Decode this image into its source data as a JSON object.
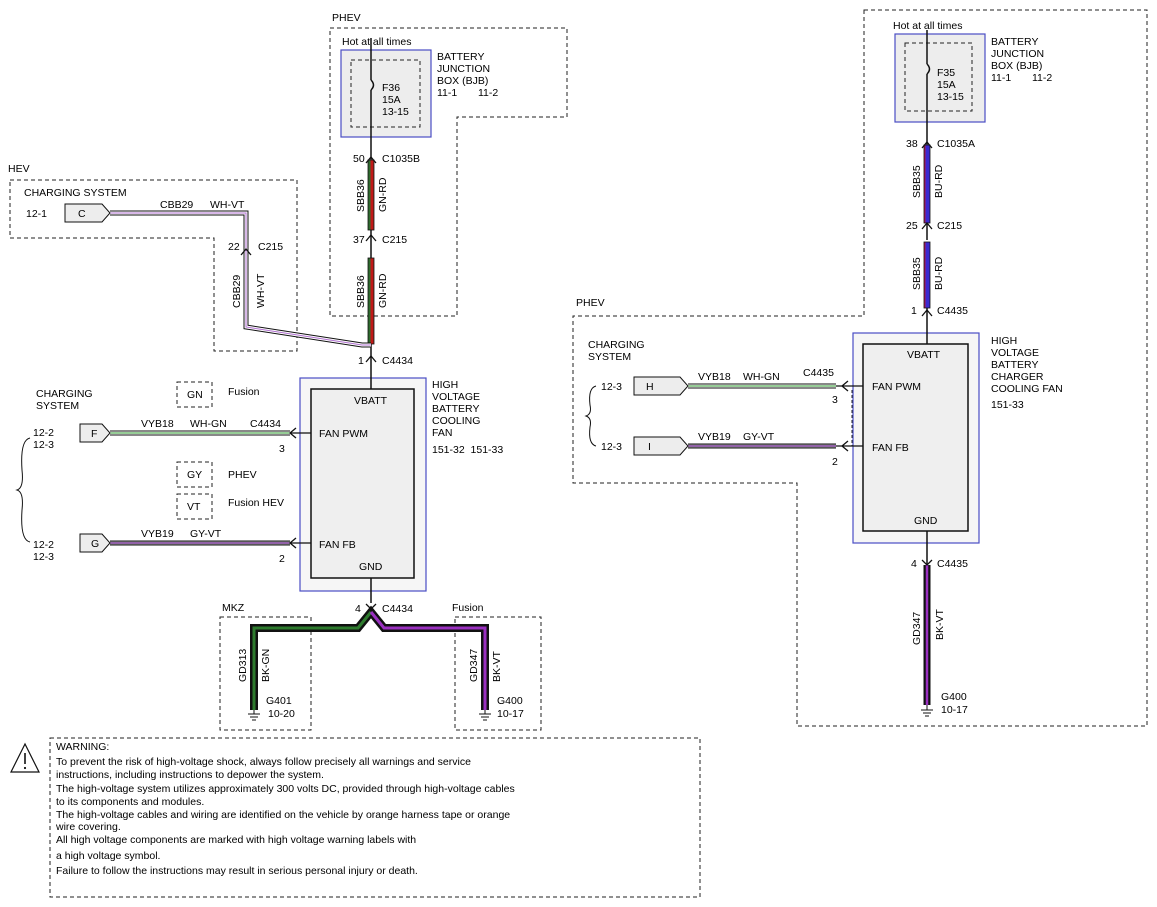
{
  "hev_label": "HEV",
  "phev_center_label": "PHEV",
  "phev_right_label": "PHEV",
  "center_bjb": {
    "hot_label": "Hot at all times",
    "box_lines": [
      "BATTERY",
      "JUNCTION",
      "BOX (BJB)"
    ],
    "box_refs": [
      "11-1",
      "11-2"
    ],
    "fuse_lines": [
      "F36",
      "15A",
      "13-15"
    ]
  },
  "right_bjb": {
    "hot_label": "Hot at all times",
    "box_lines": [
      "BATTERY",
      "JUNCTION",
      "BOX (BJB)"
    ],
    "box_refs": [
      "11-1",
      "11-2"
    ],
    "fuse_lines": [
      "F35",
      "15A",
      "13-15"
    ]
  },
  "center_wires": {
    "c1035b_pin": "50",
    "c1035b": "C1035B",
    "upper_circuit": "SBB36",
    "upper_color": "GN-RD",
    "c215_pin": "37",
    "c215": "C215",
    "lower_circuit": "SBB36",
    "lower_color": "GN-RD",
    "c4434_pin": "1",
    "c4434": "C4434"
  },
  "hev_charging": {
    "title": "CHARGING SYSTEM",
    "ref": "12-1",
    "connector": "C",
    "circuit": "CBB29",
    "color": "WH-VT",
    "c215_pin": "22",
    "c215": "C215",
    "vert_circuit": "CBB29",
    "vert_color": "WH-VT"
  },
  "left_charging": {
    "title_lines": [
      "CHARGING",
      "SYSTEM"
    ],
    "f_refs": [
      "12-2",
      "12-3"
    ],
    "f_connector": "F",
    "f_circuit": "VYB18",
    "f_color": "WH-GN",
    "f_connector_id": "C4434",
    "f_pin": "3",
    "g_refs": [
      "12-2",
      "12-3"
    ],
    "g_connector": "G",
    "g_circuit": "VYB19",
    "g_color": "GY-VT",
    "g_pin": "2"
  },
  "legend": [
    {
      "code": "GN",
      "label": "Fusion"
    },
    {
      "code": "GY",
      "label": "PHEV"
    },
    {
      "code": "VT",
      "label": "Fusion HEV"
    }
  ],
  "center_module": {
    "title_lines": [
      "HIGH",
      "VOLTAGE",
      "BATTERY",
      "COOLING",
      "FAN"
    ],
    "refs": "151-32  151-33",
    "vbatt": "VBATT",
    "fan_pwm": "FAN PWM",
    "fan_fb": "FAN FB",
    "gnd": "GND"
  },
  "center_ground": {
    "pin": "4",
    "connector": "C4434",
    "mkz_label": "MKZ",
    "mkz_circuit": "GD313",
    "mkz_color": "BK-GN",
    "mkz_ground": "G401",
    "mkz_ref": "10-20",
    "fusion_label": "Fusion",
    "fusion_circuit": "GD347",
    "fusion_color": "BK-VT",
    "fusion_ground": "G400",
    "fusion_ref": "10-17"
  },
  "right_wires": {
    "c1035a_pin": "38",
    "c1035a": "C1035A",
    "upper_circuit": "SBB35",
    "upper_color": "BU-RD",
    "c215_pin": "25",
    "c215": "C215",
    "lower_circuit": "SBB35",
    "lower_color": "BU-RD",
    "c4435_pin": "1",
    "c4435": "C4435"
  },
  "right_charging": {
    "title_lines": [
      "CHARGING",
      "SYSTEM"
    ],
    "h_ref": "12-3",
    "h_connector": "H",
    "h_circuit": "VYB18",
    "h_color": "WH-GN",
    "h_connector_id": "C4435",
    "h_pin": "3",
    "i_ref": "12-3",
    "i_connector": "I",
    "i_circuit": "VYB19",
    "i_color": "GY-VT",
    "i_pin": "2"
  },
  "right_module": {
    "title_lines": [
      "HIGH",
      "VOLTAGE",
      "BATTERY",
      "CHARGER",
      "COOLING FAN"
    ],
    "ref": "151-33",
    "vbatt": "VBATT",
    "fan_pwm": "FAN PWM",
    "fan_fb": "FAN FB",
    "gnd": "GND"
  },
  "right_ground": {
    "pin": "4",
    "connector": "C4435",
    "circuit": "GD347",
    "color": "BK-VT",
    "ground": "G400",
    "ref": "10-17"
  },
  "warning": {
    "title": "WARNING:",
    "lines": [
      "To prevent the risk of high-voltage shock, always follow precisely all warnings and service",
      "instructions, including instructions to depower the system.",
      "The high-voltage system utilizes approximately 300 volts DC, provided through high-voltage cables",
      "to its components and modules.",
      "The high-voltage cables and wiring are identified on the vehicle by orange harness tape or orange",
      "wire covering.",
      "All high voltage components are marked with high voltage warning labels with",
      "a high voltage symbol.",
      "Failure to follow the instructions may result in serious personal injury or death."
    ]
  },
  "colors": {
    "module_border": "#4a4ec4",
    "module_fill": "#f0f0f0",
    "green": "#2e6b2e",
    "red": "#c01818",
    "blue": "#2c2cd0",
    "violet": "#8a2ab8",
    "gray": "#8a8a8a",
    "white": "#ffffff",
    "black": "#111111"
  }
}
